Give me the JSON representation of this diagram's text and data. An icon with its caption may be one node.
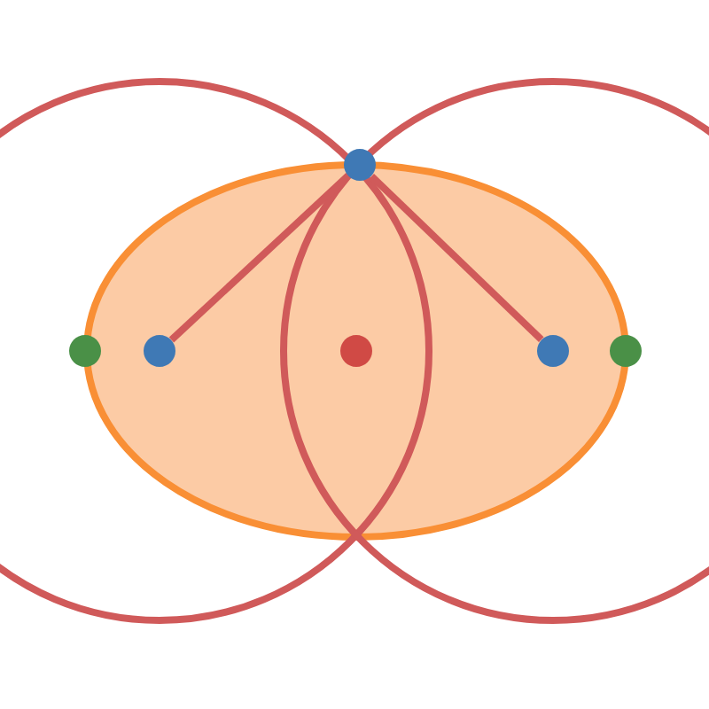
{
  "diagram": {
    "nodes": [
      {
        "text": [],
        "shape": "circle"
      },
      {
        "text": [],
        "shape": "circle"
      },
      {
        "text": [],
        "shape": "circle"
      },
      {
        "text": [],
        "shape": "circle"
      },
      {
        "text": [],
        "shape": "circle"
      },
      {
        "text": [],
        "shape": "circle"
      }
    ],
    "edges": [
      {
        "from": 0,
        "to": 2,
        "arrow": "none"
      },
      {
        "from": 0,
        "to": 4,
        "arrow": "none"
      }
    ]
  }
}
